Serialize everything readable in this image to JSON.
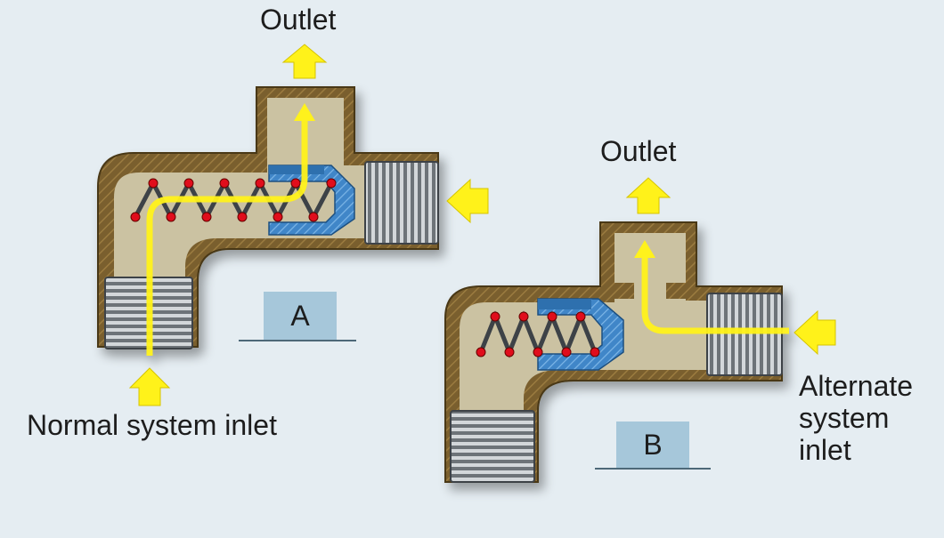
{
  "labels": {
    "outlet_a": "Outlet",
    "outlet_b": "Outlet",
    "normal_inlet": "Normal system inlet",
    "alternate_inlet": [
      "Alternate",
      "system",
      "inlet"
    ],
    "panel_a": "A",
    "panel_b": "B"
  },
  "colors": {
    "background": "#e5edf2",
    "body_brown": "#7a5e2d",
    "interior_beige": "#cbc2a2",
    "thread_grey": "#9aa0a6",
    "shuttle_blue": "#3f86c8",
    "flow_arrow_yellow": "#fff21a",
    "spring_dot_red": "#e0101a",
    "badge_blue": "#a6c7da"
  }
}
